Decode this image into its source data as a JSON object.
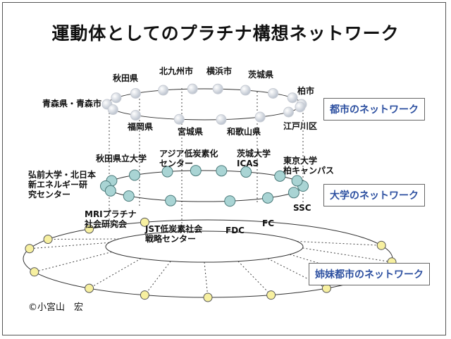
{
  "title": "運動体としてのプラチナ構想ネットワーク",
  "networks": {
    "city": "都市のネットワーク",
    "university": "大学のネットワーク",
    "sister": "姉妹都市のネットワーク"
  },
  "city_labels": [
    "秋田県",
    "北九州市",
    "横浜市",
    "茨城県",
    "柏市",
    "青森県・青森市",
    "福岡県",
    "宮城県",
    "和歌山県",
    "江戸川区"
  ],
  "university_labels": [
    "秋田県立大学",
    "アジア低炭素化\nセンター",
    "茨城大学\nICAS",
    "東京大学\n柏キャンパス",
    "弘前大学・北日本\n新エネルギー研\n究センター"
  ],
  "sister_labels": [
    "MRIプラチナ\n社会研究会",
    "JST低炭素社会\n戦略センター",
    "FDC",
    "FC",
    "SSC"
  ],
  "copyright": "©小宮山　宏",
  "colors": {
    "city_node": "#e4e8ee",
    "university_node": "#a9d4d4",
    "sister_node": "#f7f0a0",
    "accent": "#2c4fa0"
  }
}
